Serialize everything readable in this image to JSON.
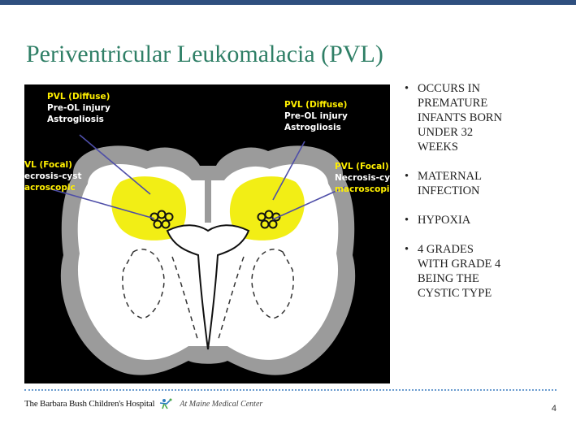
{
  "slide": {
    "title": "Periventricular Leukomalacia (PVL)",
    "page_number": "4",
    "accent_color": "#2f4f7f",
    "title_color": "#2f7f66"
  },
  "figure": {
    "left_labels": {
      "diffuse_title": "PVL (Diffuse)",
      "diffuse_line1": "Pre-OL injury",
      "diffuse_line2": "Astrogliosis",
      "focal_title": "VL (Focal)",
      "focal_line1": "ecrosis-cyst",
      "focal_line2": "acroscopic"
    },
    "right_labels": {
      "diffuse_title": "PVL (Diffuse)",
      "diffuse_line1": "Pre-OL injury",
      "diffuse_line2": "Astrogliosis",
      "focal_title": "PVL (Focal)",
      "focal_line1": "Necrosis-cyst",
      "focal_line2": "macroscopic"
    },
    "label_colors": {
      "white": "#ffffff",
      "yellow": "#ffef00"
    }
  },
  "bullets": [
    "OCCURS IN PREMATURE INFANTS BORN UNDER 32 WEEKS",
    "MATERNAL INFECTION",
    "HYPOXIA",
    "4 GRADES WITH GRADE 4 BEING THE CYSTIC TYPE"
  ],
  "footer": {
    "organization": "The Barbara Bush Children's Hospital",
    "subtitle": "At Maine Medical Center",
    "logo_icon": "children-figure-logo-icon"
  }
}
